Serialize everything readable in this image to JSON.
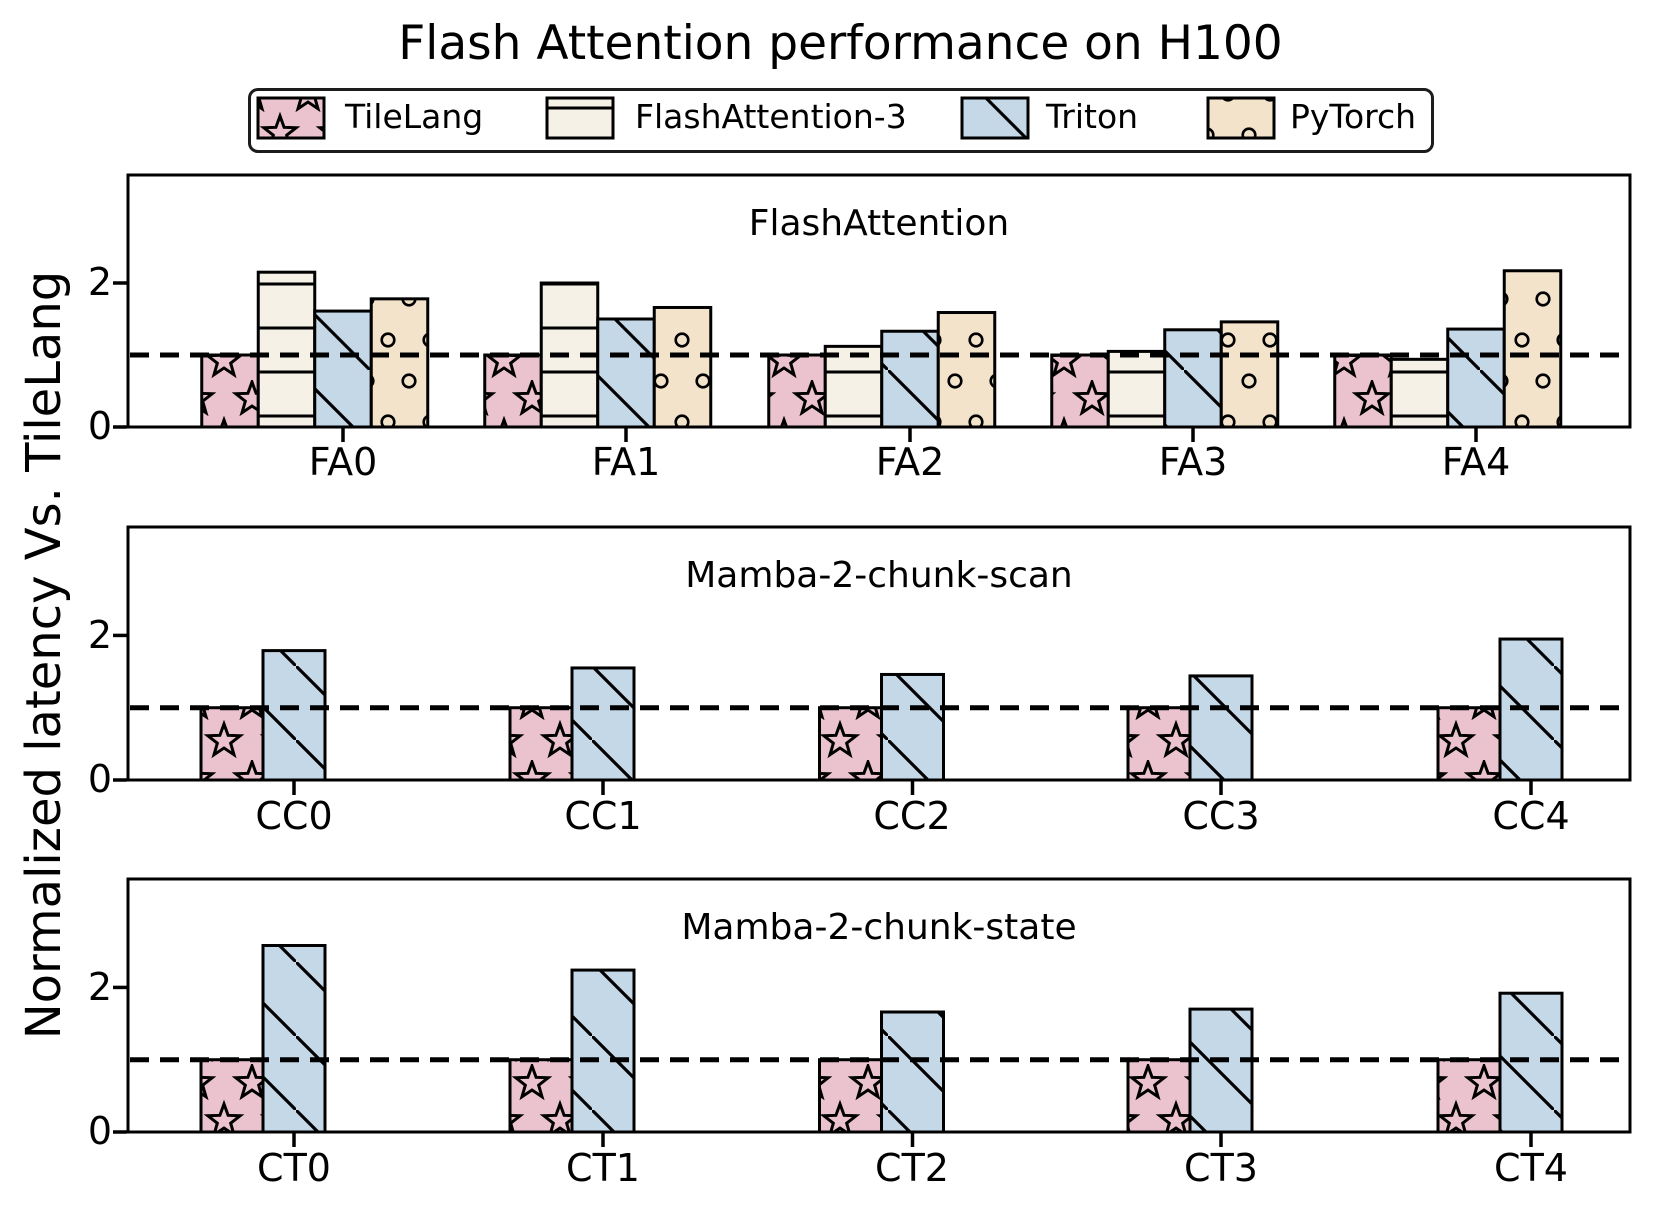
{
  "title": "Flash Attention performance on H100",
  "ylabel": "Normalized latency Vs. TileLang",
  "legend": {
    "items": [
      {
        "label": "TileLang",
        "color": "#eac3ce",
        "hatch": "star"
      },
      {
        "label": "FlashAttention-3",
        "color": "#f6f1e6",
        "hatch": "hline"
      },
      {
        "label": "Triton",
        "color": "#c5d8e7",
        "hatch": "diag"
      },
      {
        "label": "PyTorch",
        "color": "#f4e3cb",
        "hatch": "circle"
      }
    ]
  },
  "axis_colors": {
    "line": "#000000",
    "reference_line": "#000000"
  },
  "chart_data": [
    {
      "type": "bar",
      "title": "FlashAttention",
      "categories": [
        "FA0",
        "FA1",
        "FA2",
        "FA3",
        "FA4"
      ],
      "series": [
        {
          "name": "TileLang",
          "values": [
            1.0,
            1.0,
            1.0,
            1.0,
            1.0
          ]
        },
        {
          "name": "FlashAttention-3",
          "values": [
            2.15,
            2.0,
            1.12,
            1.05,
            0.94
          ]
        },
        {
          "name": "Triton",
          "values": [
            1.61,
            1.5,
            1.33,
            1.35,
            1.36
          ]
        },
        {
          "name": "PyTorch",
          "values": [
            1.78,
            1.66,
            1.59,
            1.46,
            2.17
          ]
        }
      ],
      "ylim": [
        0,
        3.5
      ],
      "yticks": [
        0,
        2
      ],
      "ref_line": 1,
      "grid": false
    },
    {
      "type": "bar",
      "title": "Mamba-2-chunk-scan",
      "categories": [
        "CC0",
        "CC1",
        "CC2",
        "CC3",
        "CC4"
      ],
      "series": [
        {
          "name": "TileLang",
          "values": [
            1.0,
            1.0,
            1.0,
            1.0,
            1.0
          ]
        },
        {
          "name": "Triton",
          "values": [
            1.79,
            1.55,
            1.46,
            1.44,
            1.95
          ]
        }
      ],
      "ylim": [
        0,
        3.5
      ],
      "yticks": [
        0,
        2
      ],
      "ref_line": 1,
      "grid": false
    },
    {
      "type": "bar",
      "title": "Mamba-2-chunk-state",
      "categories": [
        "CT0",
        "CT1",
        "CT2",
        "CT3",
        "CT4"
      ],
      "series": [
        {
          "name": "TileLang",
          "values": [
            1.0,
            1.0,
            1.0,
            1.0,
            1.0
          ]
        },
        {
          "name": "Triton",
          "values": [
            2.58,
            2.24,
            1.66,
            1.7,
            1.92
          ]
        }
      ],
      "ylim": [
        0,
        3.5
      ],
      "yticks": [
        0,
        2
      ],
      "ref_line": 1,
      "grid": false
    }
  ]
}
